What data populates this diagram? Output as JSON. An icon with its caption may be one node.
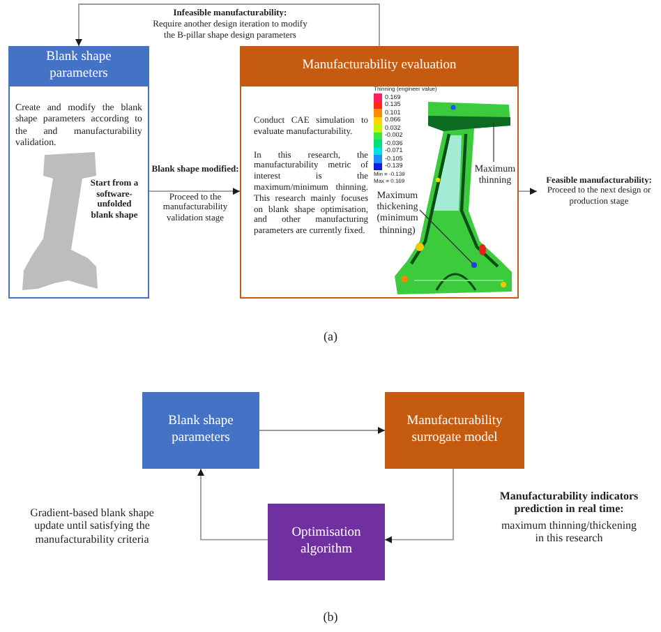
{
  "diagram": {
    "nodes": [
      {
        "text": [
          "Blank shape parameters",
          "Create and modify the blank shape parameters according to the and manufacturability validation."
        ]
      },
      {
        "text": [
          "Manufacturability evaluation",
          "Conduct CAE simulation to evaluate manufacturability.",
          "In this research, the manufacturability metric of interest is the maximum/minimum thinning. This research mainly focuses on blank shape optimisation, and other manufacturing parameters are currently fixed."
        ]
      },
      {
        "text": [
          "Maximum thinning"
        ],
        "in": 1
      },
      {
        "text": [
          "Maximum thickening (minimum thinning)"
        ],
        "in": 1
      },
      {
        "text": [
          "Feasible manufacturability:",
          "Proceed to the next design or production stage"
        ]
      },
      {
        "text": [
          "Blank shape parameters"
        ]
      },
      {
        "text": [
          "Manufacturability surrogate model"
        ]
      },
      {
        "text": [
          "Optimisation algorithm"
        ]
      }
    ],
    "edges": [
      {
        "from": 1,
        "to": 0,
        "arrow": "to",
        "label": "**Infeasible manufacturability:** Require another design iteration to modify the B-pillar shape design parameters"
      },
      {
        "from": 0,
        "to": 1,
        "arrow": "to",
        "label": "**Blank shape modified:** Proceed to the manufacturability validation stage"
      },
      {
        "from": 1,
        "to": 4,
        "arrow": "to"
      },
      {
        "from": 2,
        "to": null,
        "arrow": "none",
        "color": "#333333"
      },
      {
        "from": 3,
        "to": null,
        "arrow": "none",
        "color": "#333333"
      },
      {
        "from": 5,
        "to": 6,
        "arrow": "to"
      },
      {
        "from": 6,
        "to": 7,
        "arrow": "to",
        "label": "**Manufacturability indicators prediction in real time:** maximum thinning/thickening in this research"
      },
      {
        "from": 7,
        "to": 5,
        "arrow": "to",
        "label": "Gradient-based blank shape update until satisfying the manufacturability criteria"
      }
    ],
    "labels": [
      "Thinning (engineer value)",
      "Min = -0.139",
      "Max = 0.169",
      "Start from a software-unfolded blank shape",
      "(a)",
      "(b)"
    ],
    "legend": [
      {
        "text": "0.169",
        "color": "#ff1f5a"
      },
      {
        "text": "0.135",
        "color": "#ff2a1a"
      },
      {
        "text": "0.101",
        "color": "#ff8c00"
      },
      {
        "text": "0.066",
        "color": "#ffd400"
      },
      {
        "text": "0.032",
        "color": "#c4f500"
      },
      {
        "text": "-0.002",
        "color": "#3ce63c"
      },
      {
        "text": "-0.036",
        "color": "#00e07a"
      },
      {
        "text": "-0.071",
        "color": "#00e0e8"
      },
      {
        "text": "-0.105",
        "color": "#1e8cff"
      },
      {
        "text": "-0.139",
        "color": "#0a1ee0"
      }
    ]
  }
}
